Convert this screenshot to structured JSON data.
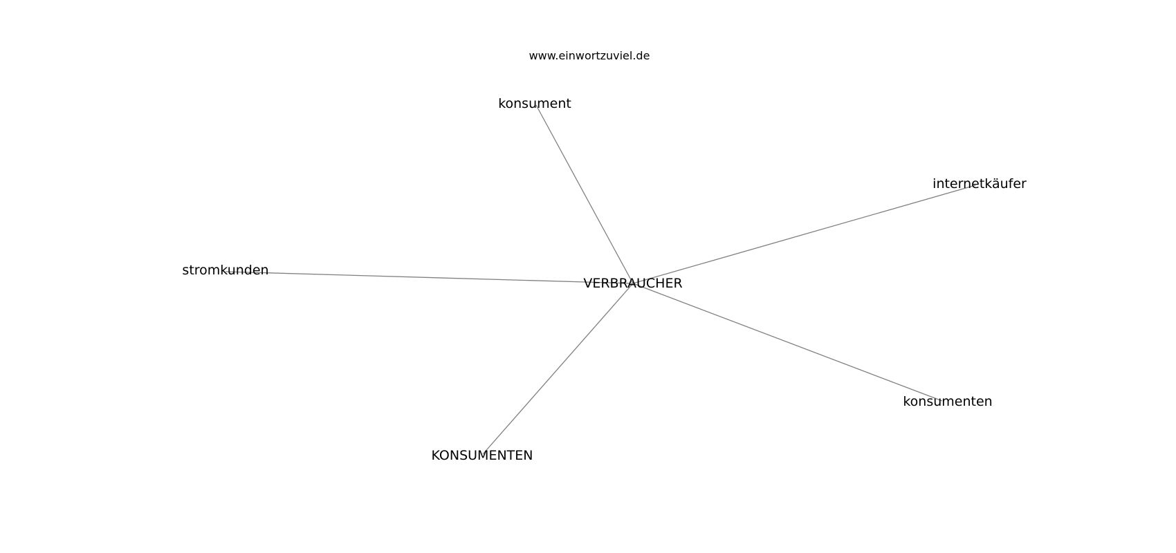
{
  "source": "www.einwortzuviel.de",
  "graph": {
    "center": {
      "id": "center",
      "label": "VERBRAUCHER"
    },
    "nodes": [
      {
        "id": "konsument",
        "label": "konsument"
      },
      {
        "id": "internetkaeufer",
        "label": "internetkäufer"
      },
      {
        "id": "stromkunden",
        "label": "stromkunden"
      },
      {
        "id": "konsumenten",
        "label": "konsumenten"
      },
      {
        "id": "KONSUMENTEN",
        "label": "KONSUMENTEN"
      }
    ],
    "edges": [
      {
        "from": "center",
        "to": "konsument"
      },
      {
        "from": "center",
        "to": "internetkaeufer"
      },
      {
        "from": "center",
        "to": "stromkunden"
      },
      {
        "from": "center",
        "to": "konsumenten"
      },
      {
        "from": "center",
        "to": "KONSUMENTEN"
      }
    ]
  }
}
